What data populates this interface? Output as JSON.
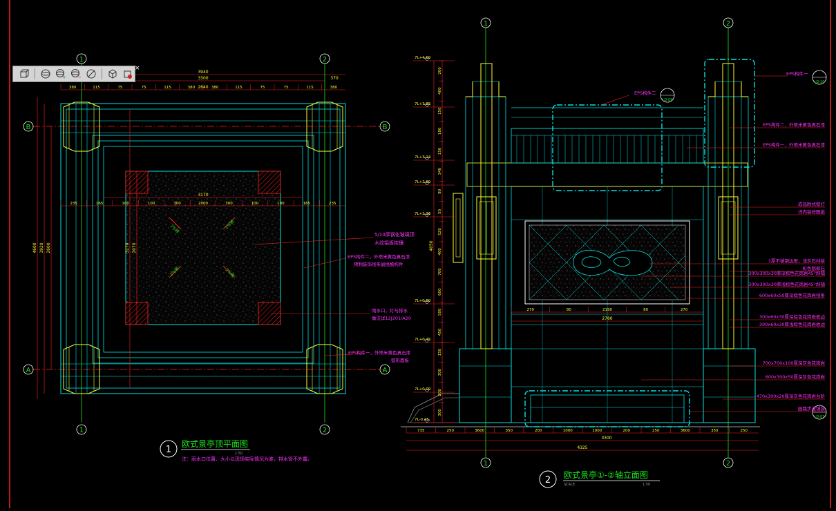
{
  "colors": {
    "bg": "#000000",
    "cyan": "#00e5e5",
    "yellow": "#ffff33",
    "red": "#ff2020",
    "green": "#19e819",
    "white": "#ffffff",
    "magenta": "#ff33ff",
    "gray": "#9a9a9a"
  },
  "toolbar": {
    "icons": [
      "box-icon",
      "sphere-icon",
      "sphere-add-icon",
      "sphere-subtract-icon",
      "sphere-slice-icon",
      "cube-icon",
      "cube-check-icon"
    ]
  },
  "plan": {
    "grid_1": "1",
    "grid_2": "2",
    "grid_A": "A",
    "grid_B": "B",
    "dim_top_1": "3940",
    "dim_top_2": "3300",
    "dim_top_3": "2640",
    "dim_top_right": "370",
    "dim_top_segs": [
      "380",
      "115",
      "75",
      "75",
      "115",
      "380",
      "380",
      "115",
      "75",
      "75",
      "115",
      "380"
    ],
    "dim_mid_segs": [
      "235",
      "165",
      "100",
      "100",
      "300",
      "2000",
      "300",
      "100",
      "100",
      "165",
      "235"
    ],
    "dim_mid_total": "3170",
    "dim_left_1": "4600",
    "dim_left_2": "3920",
    "dim_left_3": "2600",
    "dim_inner_1": "3170",
    "dim_inner_2": "2070",
    "note_glass_1": "5/10厚钢化玻璃顶",
    "note_glass_2": "木纹铝板挂镶",
    "note_eps_1": "EPS构件二，外喷米黄色真石漆",
    "note_eps_2": "预制装饰线条副挑檐构件",
    "note_drain_1": "雨水口，灯与排水",
    "note_drain_2": "做法详12J201/A20",
    "note_eps3_1": "EPS构件一，外喷米黄色真石漆",
    "note_eps3_2": "弧形面板",
    "slope_label": "2%坡",
    "title_number": "1",
    "title": "欧式景亭顶平面图",
    "scale": "1:50",
    "note": "注：雨水口位置、大小以现场实际情况为准，排水管不外露。"
  },
  "elev": {
    "grid_1": "1",
    "grid_2": "2",
    "levels": [
      "7L+4.60",
      "7L+3.85",
      "7L+3.14",
      "7L+2.80",
      "7L+2.36",
      "7L+0.80",
      "7L+0.45",
      "7L+0.00",
      "7L-0.45"
    ],
    "vdim": [
      "200",
      "400",
      "150",
      "180",
      "150",
      "340",
      "80",
      "50",
      "520",
      "400",
      "700",
      "600",
      "500",
      "450",
      "150",
      "300",
      "200",
      "300"
    ],
    "vdim_total": "4050",
    "hdim_segs": [
      "735",
      "250",
      "3600",
      "350",
      "200",
      "1000",
      "1000",
      "200",
      "250",
      "3600",
      "350",
      "250"
    ],
    "hdim_total": "4325",
    "hdim_mid": "3300",
    "hdim_inner": [
      "270",
      "80",
      "2190",
      "80",
      "270"
    ],
    "hdim_inner_total": "2760",
    "callout_eps2": "EPS构件二",
    "callout_eps2_sub": "LD-09",
    "callout_eps1": "EPS构件一",
    "callout_eps1_sub": "LD-10",
    "callout_detail": "LD-07",
    "notes_right": [
      "EPS构件二，外喷米黄色真石漆",
      "EPS构件一，外喷米黄色真石漆",
      "成品欧式壁灯",
      "详内装修图纸",
      "1厚不锈钢边框，浅灰石材拼",
      "彩色鹅卵石",
      "300x300x30厚深棕色花岗岩45°斜铺",
      "300x300x30厚浅棕色花岗岩45°斜铺",
      "600x60x50厚深棕色花岗岩线条",
      "300x60x30厚深棕色花岗岩收边",
      "300x60x30厚浅棕色花岗岩收边",
      "700x700x100厚深灰色花岗岩",
      "600x300x50厚深灰色花岗岩",
      "470x300x20厚深灰色花岗岩台阶",
      "园路步道铺装"
    ],
    "title_number": "2",
    "title": "欧式景亭①-②轴立面图",
    "scale_label": "SCALE",
    "scale": "1:50"
  }
}
